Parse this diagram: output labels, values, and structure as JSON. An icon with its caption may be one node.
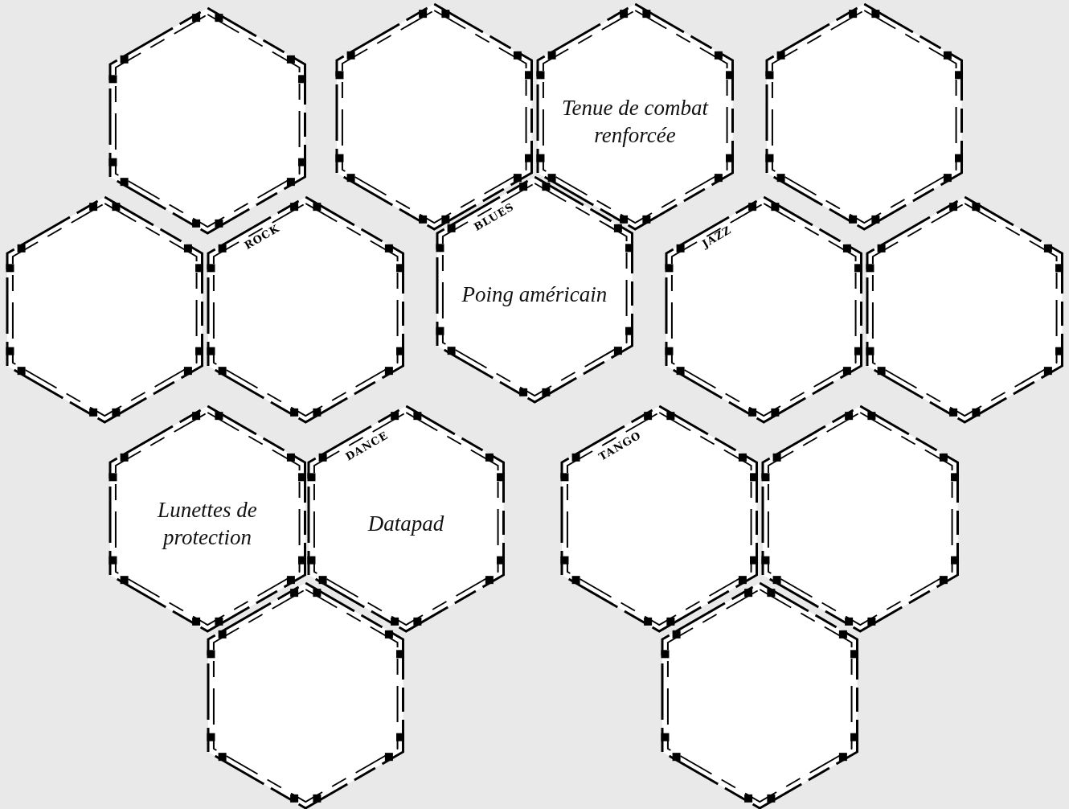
{
  "diagram": {
    "nodes": [
      {
        "text": [],
        "shape": "hexagon"
      },
      {
        "text": [],
        "shape": "hexagon"
      },
      {
        "text": [
          "Tenue de combat renforcée"
        ]
      },
      {
        "text": [],
        "shape": "hexagon"
      },
      {
        "text": [],
        "shape": "hexagon"
      },
      {
        "text": [
          "ROCK"
        ]
      },
      {
        "text": [
          "BLUES",
          "Poing américain"
        ]
      },
      {
        "text": [
          "JAZZ"
        ]
      },
      {
        "text": [],
        "shape": "hexagon"
      },
      {
        "text": [
          "Lunettes de protection"
        ]
      },
      {
        "text": [
          "DANCE",
          "Datapad"
        ]
      },
      {
        "text": [
          "TANGO"
        ]
      },
      {
        "text": [],
        "shape": "hexagon"
      },
      {
        "text": [],
        "shape": "hexagon"
      },
      {
        "text": [],
        "shape": "hexagon"
      }
    ]
  }
}
